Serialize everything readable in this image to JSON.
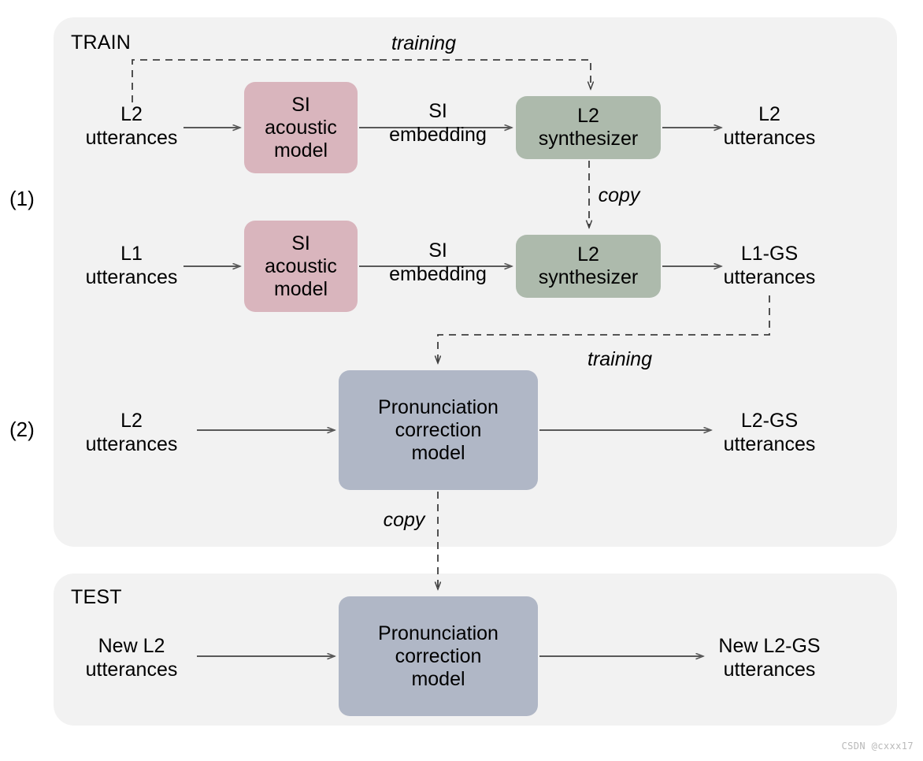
{
  "watermark": "CSDN @cxxx17",
  "panels": {
    "train": {
      "title": "TRAIN"
    },
    "test": {
      "title": "TEST"
    }
  },
  "stage_markers": {
    "one": "(1)",
    "two": "(2)"
  },
  "boxes": {
    "si_acoustic_1": "SI\nacoustic\nmodel",
    "l2_synth_1": "L2\nsynthesizer",
    "si_acoustic_2": "SI\nacoustic\nmodel",
    "l2_synth_2": "L2\nsynthesizer",
    "pcm_train": "Pronunciation\ncorrection\nmodel",
    "pcm_test": "Pronunciation\ncorrection\nmodel"
  },
  "labels": {
    "input_l2_row1": "L2\nutterances",
    "output_l2_row1": "L2\nutterances",
    "input_l1_row2": "L1\nutterances",
    "output_l1gs_row2": "L1-GS\nutterances",
    "input_l2_row3": "L2\nutterances",
    "output_l2gs_row3": "L2-GS\nutterances",
    "input_newl2_test": "New L2\nutterances",
    "output_newl2gs_test": "New L2-GS\nutterances",
    "si_embedding_row1": "SI\nembedding",
    "si_embedding_row2": "SI\nembedding",
    "training_top": "training",
    "training_mid": "training",
    "copy_top": "copy",
    "copy_bottom": "copy"
  },
  "colors": {
    "panel_background": "#f2f2f2",
    "page_background": "#ffffff",
    "acoustic_model_box": "#d9b5bd",
    "synthesizer_box": "#adbaac",
    "correction_model_box": "#b0b7c6",
    "connector_line": "#595959",
    "text": "#000000",
    "watermark": "#b9b9b9"
  }
}
